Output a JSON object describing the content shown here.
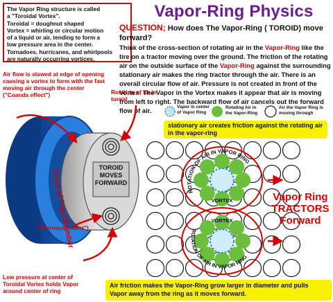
{
  "definition": {
    "lines": [
      "The Vapor Ring structure is called",
      "a \"Toroidal Vortex\".",
      "Toroidal = doughnut shaped",
      "Vortex = whirling or circular motion",
      "of a liquid or air, tending to form a",
      "low pressure area in the center.",
      "Tornadoes, hurricanes, and whirlpools",
      "are naturally occurring vortices."
    ]
  },
  "title": "Vapor-Ring Physics",
  "question": {
    "label": "QUESTION;",
    "text": " How does The Vapor-Ring ( TOROID) move forward?",
    "p1": "Think of the cross-section of rotating air in the ",
    "vr1": "Vapor-Ring",
    "p2": "  like the tire on a tractor  moving over the ground. The friction of the rotating  air on the outside surface of the ",
    "vr2": "Vapor-Ring",
    "p3": " against the  surrounding  stationary air  makes the ring tractor through the air.  There is an overall circular  flow of air.  Pressure is not created in front of the Vortex.  The Vapor in the Vortex  makes it appear that air is moving from left  to right.  The backward flow of air  cancels out the forward flow of air."
  },
  "left_labels": {
    "airflow": "Air flow is slowed at edge of opening causing a vortex to form with the fast moving air through the center",
    "coanda": "(\"Coanda effect\")",
    "rotation": "Rotation of air in toroid",
    "toroid": "TOROID MOVES FORWARD",
    "chamber": "Front of Fog Chamber",
    "bernoulli": "(\"Bernoulli effect\")",
    "lowpressure": "Low pressure at center of Toroidal Vortex  holds Vapor around center  of ring"
  },
  "legend": {
    "vapor": "Vapor in center of Vapor Ring",
    "rotating": "Rotating Air in the Vapor-Ring",
    "air": "Air the Vapor Ring is moving through"
  },
  "stationary_note": "stationary air creates friction against the rotating air in the vapor-ring",
  "ring_text_top": "ROTATION OF AIR IN VAPOR RING",
  "vortex_label": "VORTEX",
  "tractors": [
    "Vapor Ring",
    "TRACTORS",
    "Forward"
  ],
  "bottom_note": "Air friction makes the Vapor-Ring grow larger in diameter and pulls Vapor away from the ring as it moves forward.",
  "colors": {
    "accent_red": "#d40000",
    "title_purple": "#6a1d8e",
    "chamber_blue": "#1f6fd1",
    "ring_green": "#6abf3c",
    "highlight_yellow": "#f7f000"
  }
}
